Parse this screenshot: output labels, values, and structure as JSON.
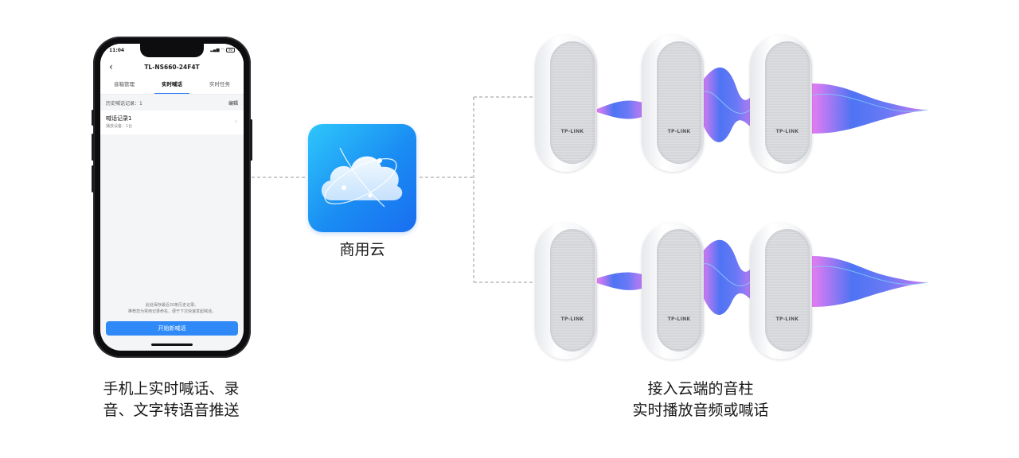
{
  "phone": {
    "status": {
      "time": "11:04",
      "battery": "90"
    },
    "header": {
      "back_icon": "‹",
      "title": "TL-NS660-24F4T"
    },
    "tabs": [
      {
        "label": "音箱管理",
        "active": false
      },
      {
        "label": "实时喊话",
        "active": true
      },
      {
        "label": "实时任务",
        "active": false
      }
    ],
    "history": {
      "label": "历史喊话记录：1",
      "edit": "编辑"
    },
    "record": {
      "name": "喊话记录1",
      "sub": "播放设备：1台"
    },
    "notice_line1": "此处保存最近20条历史记录。",
    "notice_line2": "推荐您为常用记录命名，便于下次快速发起喊话。",
    "start_button": "开始新喊话"
  },
  "cloud": {
    "label": "商用云",
    "icon": "cloud-icon"
  },
  "speaker_brand": "TP-LINK",
  "captions": {
    "left_line1": "手机上实时喊话、录",
    "left_line2": "音、文字转语音推送",
    "right_line1": "接入云端的音柱",
    "right_line2": "实时播放音频或喊话"
  },
  "colors": {
    "accent": "#2f8af8",
    "cloud_gradient_start": "#2ec7fb",
    "cloud_gradient_end": "#1a6ef0",
    "wave_blue": "#3a64f2",
    "wave_violet": "#8a5cf5",
    "wave_pink": "#e46ef0"
  }
}
